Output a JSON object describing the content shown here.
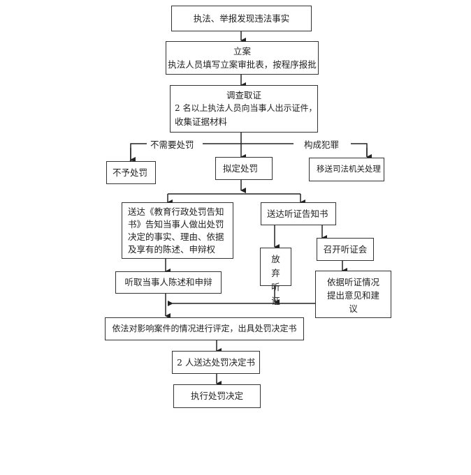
{
  "nodes": {
    "discover": "执法、举报发现违法事实",
    "file_case_title": "立案",
    "file_case_desc": "执法人员填写立案审批表，按程序报批",
    "investigate_title": "调查取证",
    "investigate_line1": "2 名以上执法人员向当事人出示证件，",
    "investigate_line2": "收集证据材料",
    "no_penalty": "不予处罚",
    "propose_penalty": "拟定处罚",
    "transfer_judicial": "移送司法机关处理",
    "serve_notice": "送达《教育行政处罚告知书》告知当事人做出处罚决定的事实、理由、依据及享有的陈述、申辩权",
    "serve_hearing_notice": "送达听证告知书",
    "waive_hearing": "放弃听证",
    "hold_hearing": "召开听证会",
    "hearing_opinion": "依据听证情况提出意见和建议",
    "hear_statement": "听取当事人陈述和申辩",
    "evaluate_decide": "依法对影响案件的情况进行评定，出具处罚决定书",
    "deliver_decision": "2 人送达处罚决定书",
    "execute_decision": "执行处罚决定"
  },
  "edge_labels": {
    "no_penalty_needed": "不需要处罚",
    "constitutes_crime": "构成犯罪"
  }
}
